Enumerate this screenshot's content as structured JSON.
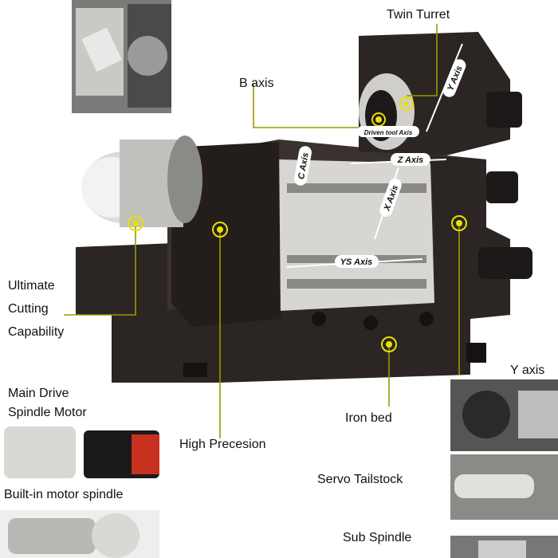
{
  "labels": {
    "twin_turret": "Twin Turret",
    "b_axis": "B axis",
    "ultimate": [
      "Ultimate",
      "Cutting",
      "Capability"
    ],
    "main_drive": [
      "Main Drive",
      "Spindle Motor"
    ],
    "high_precision": "High Precesion",
    "iron_bed": "Iron bed",
    "y_axis_photo": "Y axis",
    "servo_tailstock": "Servo Tailstock",
    "built_in_spindle": "Built-in motor spindle",
    "sub_spindle": "Sub Spindle"
  },
  "axis_tags": {
    "y": "Y Axis",
    "driven_tool": "Driven tool Axis",
    "z": "Z Axis",
    "c": "C Axis",
    "x": "X Axis",
    "ys": "YS Axis"
  },
  "colors": {
    "marker": "#e8e000",
    "leader": "#9a9a00",
    "body": "#2b2523"
  }
}
